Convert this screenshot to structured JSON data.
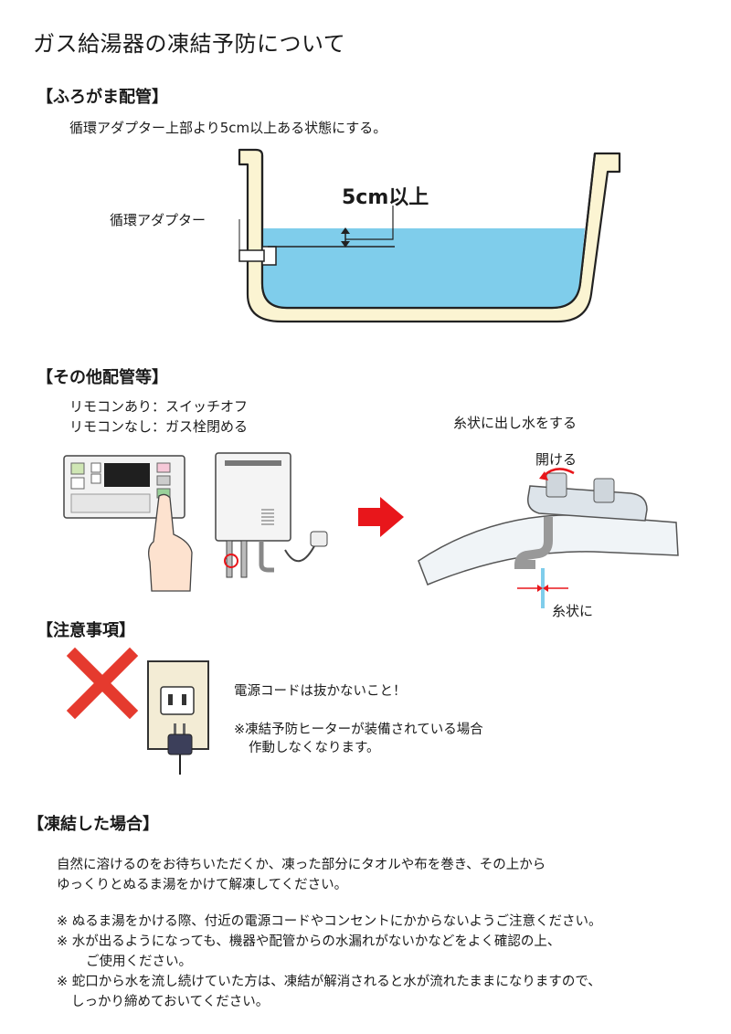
{
  "title": "ガス給湯器の凍結予防について",
  "furo": {
    "heading": "【ふろがま配管】",
    "instruction": "循環アダプター上部より5cm以上ある状態にする。",
    "label_depth": "5cm以上",
    "label_adapter": "循環アダプター"
  },
  "other": {
    "heading": "【その他配管等】",
    "remote_yes": "リモコンあり：スイッチオフ",
    "remote_no": "リモコンなし：ガス栓閉める",
    "thread_caption": "糸状に出し水をする",
    "open_label": "開ける",
    "thread_label": "糸状に"
  },
  "caution": {
    "heading": "【注意事項】",
    "line1": "電源コードは抜かないこと！",
    "line2": "※凍結予防ヒーターが装備されている場合",
    "line3": "作動しなくなります。"
  },
  "frozen": {
    "heading": "【凍結した場合】",
    "para1": "自然に溶けるのをお待ちいただくか、凍った部分にタオルや布を巻き、その上から",
    "para2": "ゆっくりとぬるま湯をかけて解凍してください。",
    "note1": "※ ぬるま湯をかける際、付近の電源コードやコンセントにかからないようご注意ください。",
    "note2a": "※ 水が出るようになっても、機器や配管からの水漏れがないかなどをよく確認の上、",
    "note2b": "ご使用ください。",
    "note3a": "※ 蛇口から水を流し続けていた方は、凍結が解消されると水が流れたままになりますので、",
    "note3b": "しっかり締めておいてください。"
  },
  "colors": {
    "water": "#7fcdeb",
    "tub_fill": "#fbf4d2",
    "arrow_red": "#e8161b",
    "cross_red": "#e53a2e"
  }
}
